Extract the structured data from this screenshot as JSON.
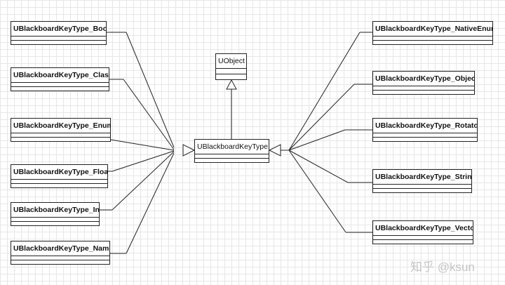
{
  "diagram": {
    "root": {
      "name": "UObject"
    },
    "base": {
      "name": "UBlackboardKeyType"
    },
    "subclasses_left": [
      {
        "name": "UBlackboardKeyType_Bool"
      },
      {
        "name": "UBlackboardKeyType_Class"
      },
      {
        "name": "UBlackboardKeyType_Enum"
      },
      {
        "name": "UBlackboardKeyType_Float"
      },
      {
        "name": "UBlackboardKeyType_Int"
      },
      {
        "name": "UBlackboardKeyType_Name"
      }
    ],
    "subclasses_right": [
      {
        "name": "UBlackboardKeyType_NativeEnum"
      },
      {
        "name": "UBlackboardKeyType_Object"
      },
      {
        "name": "UBlackboardKeyType_Rotator"
      },
      {
        "name": "UBlackboardKeyType_String"
      },
      {
        "name": "UBlackboardKeyType_Vector"
      }
    ],
    "relations": [
      {
        "from": "UBlackboardKeyType",
        "to": "UObject",
        "type": "generalization"
      },
      {
        "from": "UBlackboardKeyType_Bool",
        "to": "UBlackboardKeyType",
        "type": "generalization"
      },
      {
        "from": "UBlackboardKeyType_Class",
        "to": "UBlackboardKeyType",
        "type": "generalization"
      },
      {
        "from": "UBlackboardKeyType_Enum",
        "to": "UBlackboardKeyType",
        "type": "generalization"
      },
      {
        "from": "UBlackboardKeyType_Float",
        "to": "UBlackboardKeyType",
        "type": "generalization"
      },
      {
        "from": "UBlackboardKeyType_Int",
        "to": "UBlackboardKeyType",
        "type": "generalization"
      },
      {
        "from": "UBlackboardKeyType_Name",
        "to": "UBlackboardKeyType",
        "type": "generalization"
      },
      {
        "from": "UBlackboardKeyType_NativeEnum",
        "to": "UBlackboardKeyType",
        "type": "generalization"
      },
      {
        "from": "UBlackboardKeyType_Object",
        "to": "UBlackboardKeyType",
        "type": "generalization"
      },
      {
        "from": "UBlackboardKeyType_Rotator",
        "to": "UBlackboardKeyType",
        "type": "generalization"
      },
      {
        "from": "UBlackboardKeyType_String",
        "to": "UBlackboardKeyType",
        "type": "generalization"
      },
      {
        "from": "UBlackboardKeyType_Vector",
        "to": "UBlackboardKeyType",
        "type": "generalization"
      }
    ]
  },
  "watermark": {
    "text": "知乎 @ksun"
  },
  "colors": {
    "line": "#222222",
    "grid": "#e6e6e6",
    "box_fill": "#ffffff"
  }
}
